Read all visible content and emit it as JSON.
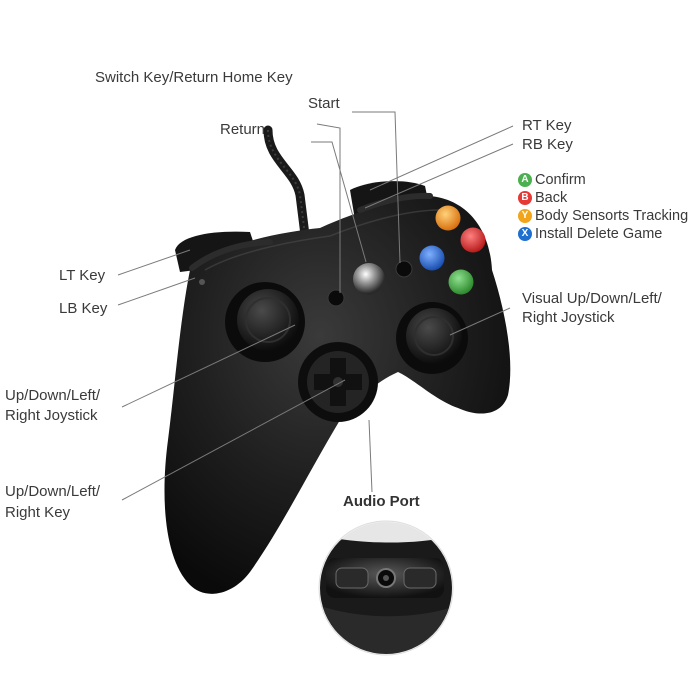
{
  "labels": {
    "switch_key": "Switch Key/Return Home Key",
    "start": "Start",
    "return": "Return",
    "rt_key": "RT Key",
    "rb_key": "RB Key",
    "lt_key": "LT Key",
    "lb_key": "LB Key",
    "left_joystick_line1": "Up/Down/Left/",
    "left_joystick_line2": "Right Joystick",
    "dpad_line1": "Up/Down/Left/",
    "dpad_line2": "Right Key",
    "right_joystick_line1": "Visual Up/Down/Left/",
    "right_joystick_line2": "Right Joystick",
    "audio_port": "Audio Port"
  },
  "buttons": [
    {
      "letter": "A",
      "label": "Confirm",
      "color": "#4caf50"
    },
    {
      "letter": "B",
      "label": "Back",
      "color": "#e53935"
    },
    {
      "letter": "Y",
      "label": "Body Sensorts Tracking",
      "color": "#f2a51a"
    },
    {
      "letter": "X",
      "label": "Install Delete Game",
      "color": "#1e6fd0"
    }
  ],
  "colors": {
    "body": "#1b1b1b",
    "leader": "#777777",
    "face_a": "#3fa63f",
    "face_b": "#d6282b",
    "face_x": "#1e64c8",
    "face_y": "#f0901c"
  }
}
